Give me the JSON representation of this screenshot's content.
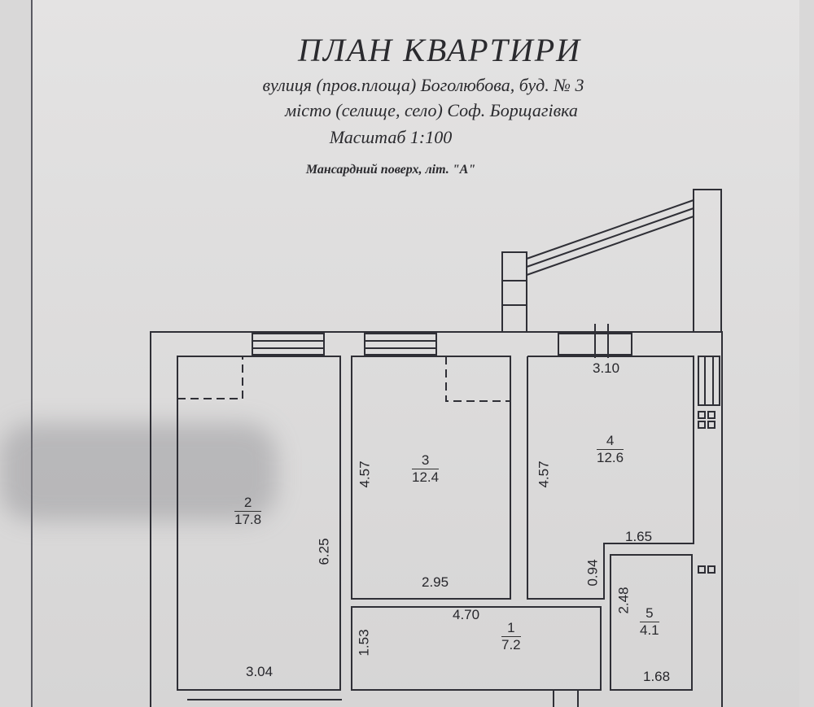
{
  "header": {
    "title": "ПЛАН КВАРТИРИ",
    "street": "вулиця (пров.площа) Боголюбова, буд. № 3",
    "city": "місто (селище, село) Соф. Борщагівка",
    "scale": "Масштаб 1:100",
    "floor": "Мансардний поверх, літ. \"А\""
  },
  "rooms": [
    {
      "number": "2",
      "area": "17.8"
    },
    {
      "number": "3",
      "area": "12.4"
    },
    {
      "number": "4",
      "area": "12.6"
    },
    {
      "number": "1",
      "area": "7.2"
    },
    {
      "number": "5",
      "area": "4.1"
    }
  ],
  "dimensions": {
    "room4_top": "3.10",
    "room3_left": "4.57",
    "room4_left": "4.57",
    "room2_right": "6.25",
    "room3_bottom": "2.95",
    "room4_cut": "1.65",
    "room4_step": "0.94",
    "hall_top": "4.70",
    "hall_left": "1.53",
    "room5_left": "2.48",
    "room2_bottom": "3.04",
    "room5_bottom": "1.68"
  }
}
